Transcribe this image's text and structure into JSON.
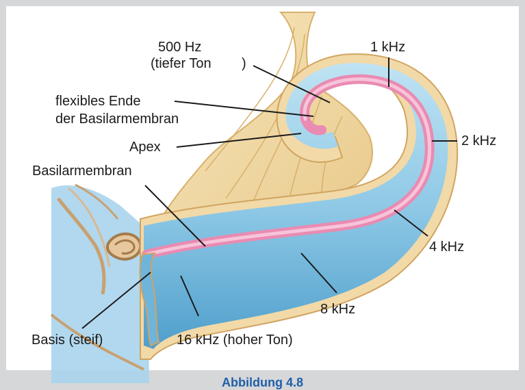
{
  "labels": {
    "hz500_line1": "500 Hz",
    "hz500_line2": "(tiefer Ton",
    "hz500_paren": ")",
    "flex_line1": "flexibles Ende",
    "flex_line2": "der Basilarmembran",
    "apex": "Apex",
    "basilarmembran": "Basilarmembran",
    "basis": "Basis (steif)",
    "khz1": "1 kHz",
    "khz2": "2 kHz",
    "khz4": "4 kHz",
    "khz8": "8 kHz",
    "khz16": "16 kHz (hoher Ton)"
  },
  "caption": "Abbildung 4.8",
  "colors": {
    "outer_tube": "#f2d9a8",
    "tube_blue": "#8fc9e6",
    "tube_blue_dark": "#5aa9d3",
    "membrane_pink": "#e98bb2",
    "membrane_light": "#f7c4da",
    "fan_tissue": "#f5dfa8",
    "bone_tan": "#c9a070",
    "caption_blue": "#1f5fa8"
  }
}
